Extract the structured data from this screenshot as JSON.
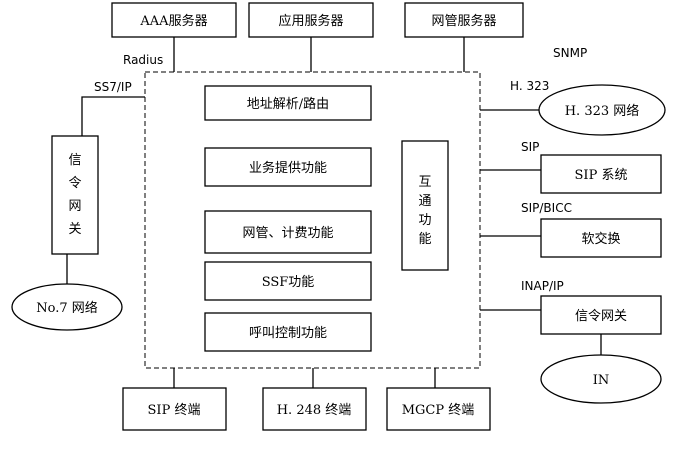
{
  "top_servers": [
    "AAA服务器",
    "应用服务器",
    "网管服务器"
  ],
  "core_functions": [
    "地址解析/路由",
    "业务提供功能",
    "网管、计费功能",
    "SSF功能",
    "呼叫控制功能"
  ],
  "interwork": [
    "互",
    "通",
    "功",
    "能"
  ],
  "signaling_gateway": [
    "信",
    "令",
    "网",
    "关"
  ],
  "no7_network": "No.7 网络",
  "protocols": {
    "radius": "Radius",
    "ss7ip": "SS7/IP",
    "snmp": "SNMP",
    "h323": "H. 323",
    "sip": "SIP",
    "sipbicc": "SIP/BICC",
    "inapip": "INAP/IP"
  },
  "right_side": {
    "h323_network": "H. 323 网络",
    "sip_system": "SIP 系统",
    "softswitch": "软交换",
    "signaling_gateway": "信令网关",
    "in": "IN"
  },
  "terminals": [
    "SIP 终端",
    "H. 248 终端",
    "MGCP 终端"
  ]
}
